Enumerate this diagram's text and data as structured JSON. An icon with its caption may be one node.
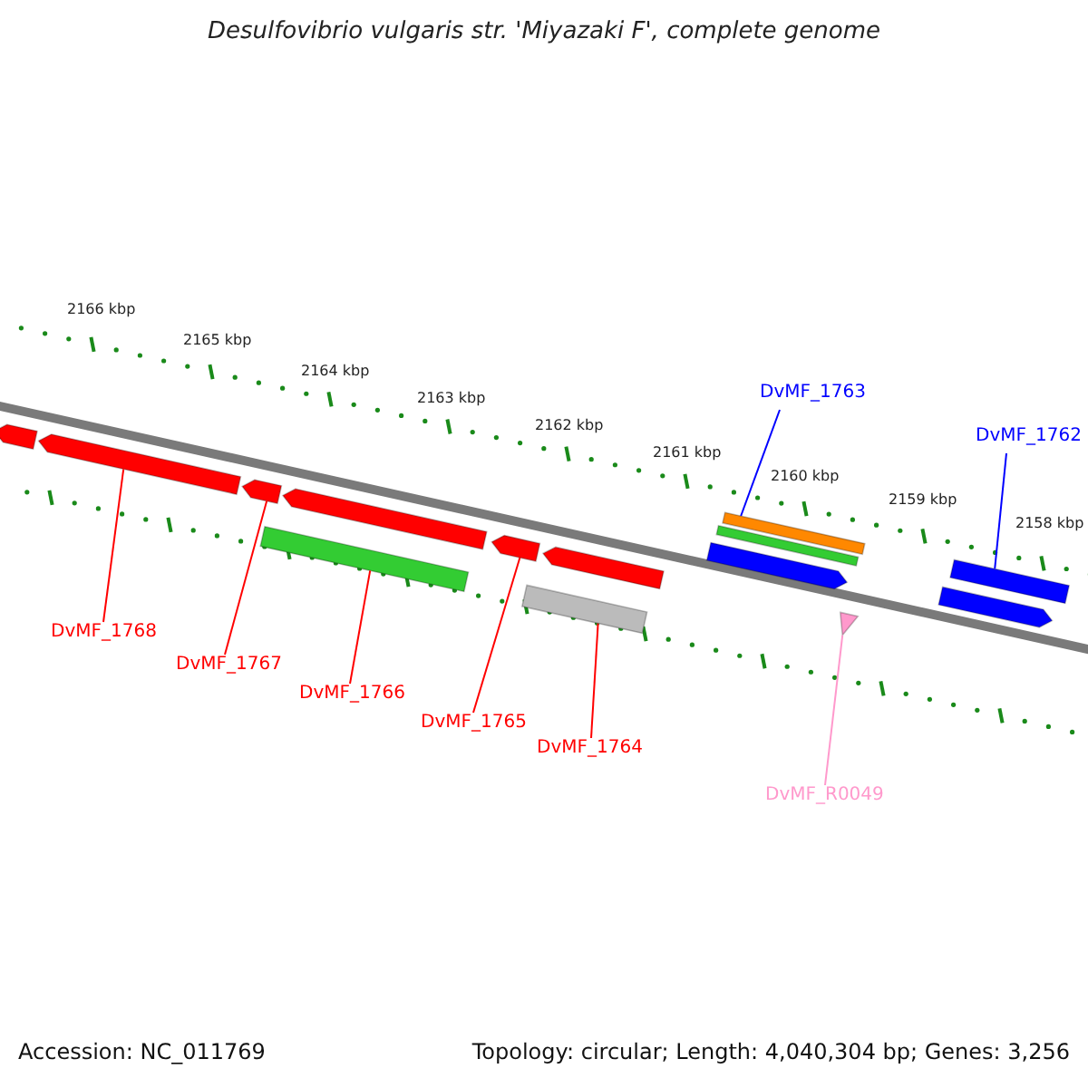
{
  "diagram": {
    "title": "Desulfovibrio vulgaris str. 'Miyazaki F', complete genome",
    "nodes": [
      {
        "text": [
          "DvMF_1763"
        ]
      },
      {
        "text": [
          "DvMF_1762"
        ]
      },
      {
        "text": [
          "DvMF_1768"
        ]
      },
      {
        "text": [
          "DvMF_1767"
        ]
      },
      {
        "text": [
          "DvMF_1766"
        ]
      },
      {
        "text": [
          "DvMF_1765"
        ]
      },
      {
        "text": [
          "DvMF_1764"
        ]
      },
      {
        "text": [
          "DvMF_R0049"
        ]
      },
      {
        "text": [],
        "shape": "pentagon"
      },
      {
        "text": [],
        "shape": "pentagon"
      },
      {
        "text": [],
        "shape": "pentagon"
      },
      {
        "text": [],
        "shape": "bar"
      },
      {
        "text": [],
        "shape": "pentagon"
      },
      {
        "text": [],
        "shape": "pentagon"
      },
      {
        "text": [],
        "shape": "bar"
      },
      {
        "text": [],
        "shape": "pentagon"
      },
      {
        "text": [],
        "shape": "pentagon"
      },
      {
        "text": [],
        "shape": "bar"
      },
      {
        "text": [],
        "shape": "bar"
      },
      {
        "text": [],
        "shape": "triangle"
      },
      {
        "text": [],
        "shape": "pentagon"
      },
      {
        "text": [],
        "shape": "bar"
      }
    ],
    "edges": [
      {
        "from": 2,
        "to": 9,
        "arrow": "none"
      },
      {
        "from": 3,
        "to": 10,
        "arrow": "none"
      },
      {
        "from": 4,
        "to": 11,
        "arrow": "none"
      },
      {
        "from": 5,
        "to": 13,
        "arrow": "none"
      },
      {
        "from": 6,
        "to": 14,
        "arrow": "none"
      },
      {
        "from": 0,
        "to": 18,
        "arrow": "none",
        "color": "#0000ff"
      },
      {
        "from": 1,
        "to": 21,
        "arrow": "none",
        "color": "#0000ff"
      },
      {
        "from": 7,
        "to": 19,
        "arrow": "none",
        "color": "#ff99cc"
      }
    ],
    "labels": [
      "2166 kbp",
      "2165 kbp",
      "2164 kbp",
      "2163 kbp",
      "2162 kbp",
      "2161 kbp",
      "2160 kbp",
      "2159 kbp",
      "2158 kbp",
      "Accession: NC_011769",
      "Topology: circular; Length: 4,040,304 bp; Genes: 3,256"
    ]
  }
}
